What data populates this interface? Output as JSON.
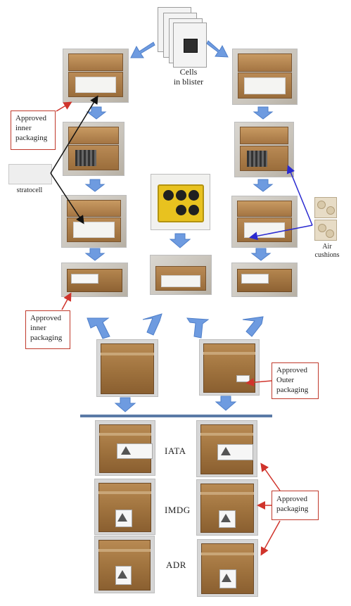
{
  "labels": {
    "cells_in_blister": "Cells\nin blister",
    "stratocell": "stratocell",
    "air_cushions": "Air\ncushions",
    "iata": "IATA",
    "imdg": "IMDG",
    "adr": "ADR"
  },
  "callouts": {
    "inner_packaging_top": "Approved\ninner\npackaging",
    "inner_packaging_mid": "Approved\ninner\npackaging",
    "outer_packaging": "Approved\nOuter\npackaging",
    "approved_packaging": "Approved\npackaging"
  },
  "colors": {
    "flow_arrow": "#6e9be0",
    "callout_border": "#c0392b",
    "pointer_arrow_red": "#d0342c",
    "pointer_line_black": "#111111",
    "pointer_line_blue": "#2a2ad0",
    "divider": "#5a7aa6"
  }
}
